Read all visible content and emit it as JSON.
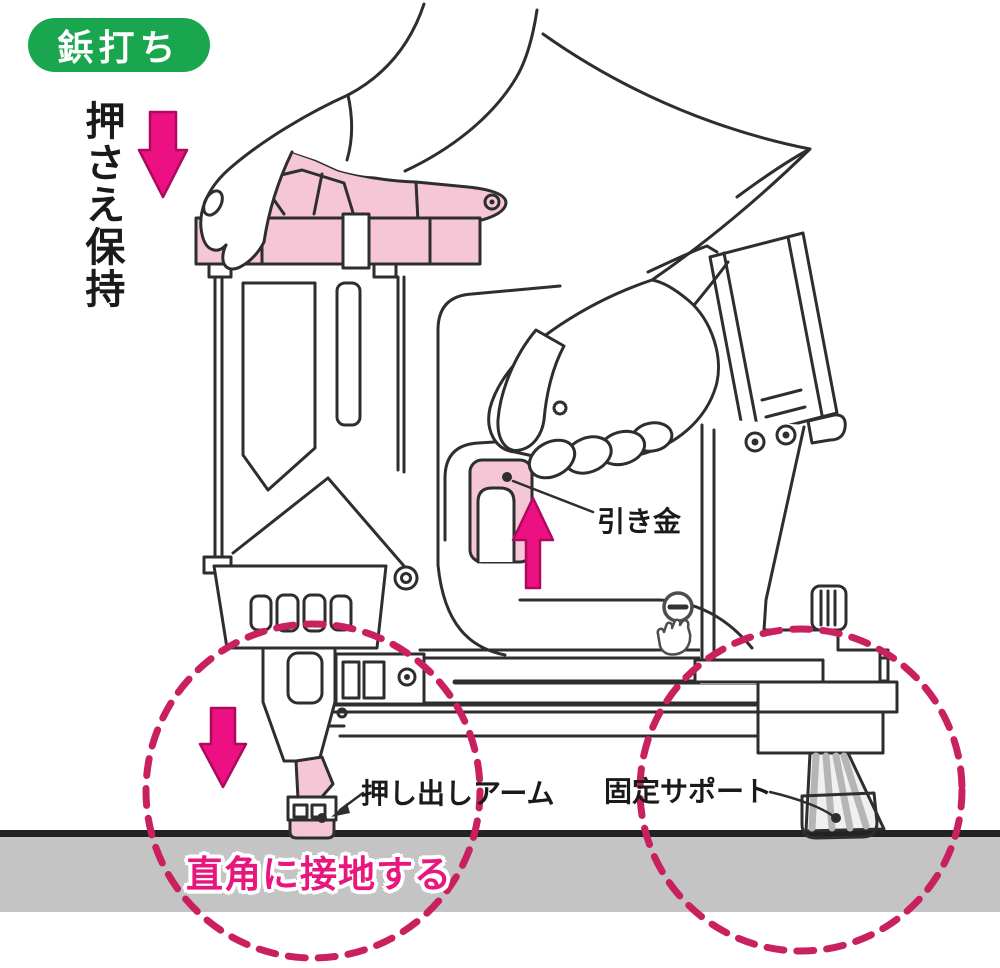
{
  "badge": {
    "label": "鋲打ち"
  },
  "labels": {
    "hold": "押さえ保持",
    "trigger": "引き金",
    "push_arm": "押し出しアーム",
    "support": "固定サポート",
    "ground": "直角に接地する"
  },
  "colors": {
    "badge_green": "#1aa64e",
    "arrow_magenta": "#ec1083",
    "arrow_outline": "#ad0a5f",
    "tool_pink": "#f5c6d6",
    "dashed_circle": "#c9205f",
    "floor_gray": "#c4c4c4",
    "line_art": "#2e2e2e",
    "ground_text_pink": "#e8177e"
  },
  "icons": {
    "press_arrow": "down-arrow-icon",
    "trigger_arrow": "up-arrow-icon",
    "contact_arrow": "down-arrow-icon",
    "zoom_out_cursor": "minus-circle-cursor-icon",
    "grab_cursor": "hand-cursor-icon"
  }
}
